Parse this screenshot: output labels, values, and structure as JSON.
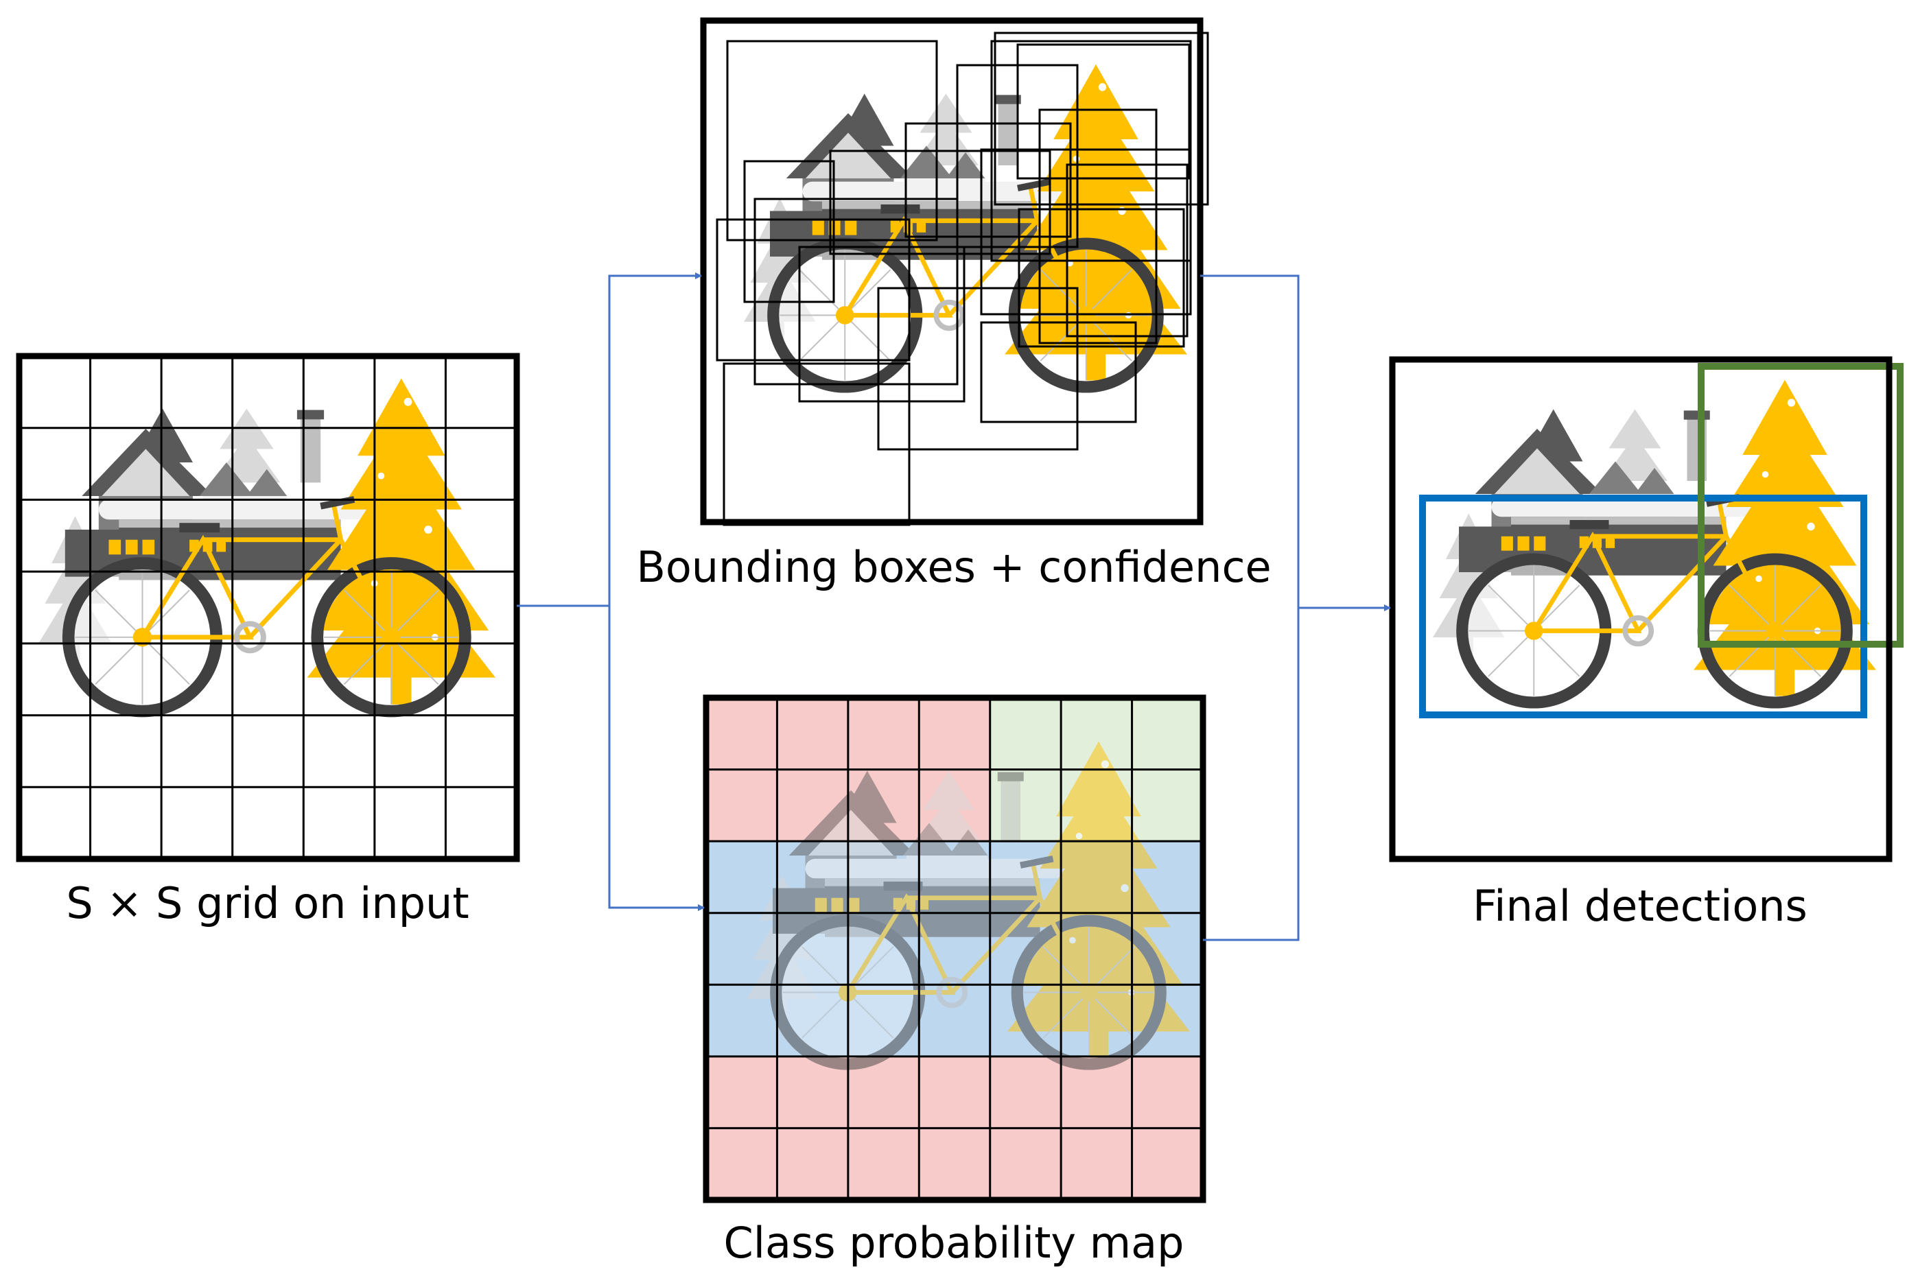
{
  "captions": {
    "input": "S × S grid on input",
    "boxes": "Bounding boxes + confidence",
    "classmap": "Class probability map",
    "final": "Final detections"
  },
  "colors": {
    "tree": "#ffc000",
    "house_dark": "#595959",
    "house_light": "#d9d9d9",
    "window": "#ffc000",
    "bike": "#404040",
    "frame": "#ffc000",
    "arrow": "#4472c4",
    "bicycle_box": "#0070c0",
    "tree_box": "#548235",
    "class_bicycle": "#bdd7ee",
    "class_tree": "#e2efda",
    "class_background": "#f8cbcb"
  },
  "grid": {
    "rows": 7,
    "cols": 7
  },
  "class_map_rows": [
    [
      "background",
      "background",
      "background",
      "background",
      "tree",
      "tree",
      "tree"
    ],
    [
      "background",
      "background",
      "background",
      "background",
      "tree",
      "tree",
      "tree"
    ],
    [
      "bicycle",
      "bicycle",
      "bicycle",
      "bicycle",
      "bicycle",
      "bicycle",
      "bicycle"
    ],
    [
      "bicycle",
      "bicycle",
      "bicycle",
      "bicycle",
      "bicycle",
      "bicycle",
      "bicycle"
    ],
    [
      "bicycle",
      "bicycle",
      "bicycle",
      "bicycle",
      "bicycle",
      "bicycle",
      "bicycle"
    ],
    [
      "background",
      "background",
      "background",
      "background",
      "background",
      "background",
      "background"
    ],
    [
      "background",
      "background",
      "background",
      "background",
      "background",
      "background",
      "background"
    ]
  ]
}
